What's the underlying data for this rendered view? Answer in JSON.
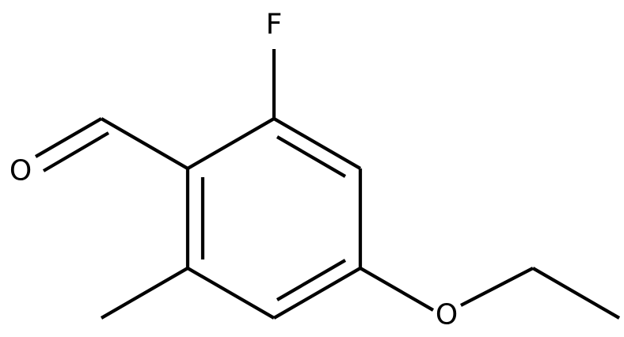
{
  "molecule": {
    "atoms": {
      "fluorine": "F",
      "carbonyl_oxygen": "O",
      "ether_oxygen": "O"
    },
    "colors": {
      "bond": "#000000",
      "label": "#000000",
      "background": "#ffffff"
    }
  }
}
